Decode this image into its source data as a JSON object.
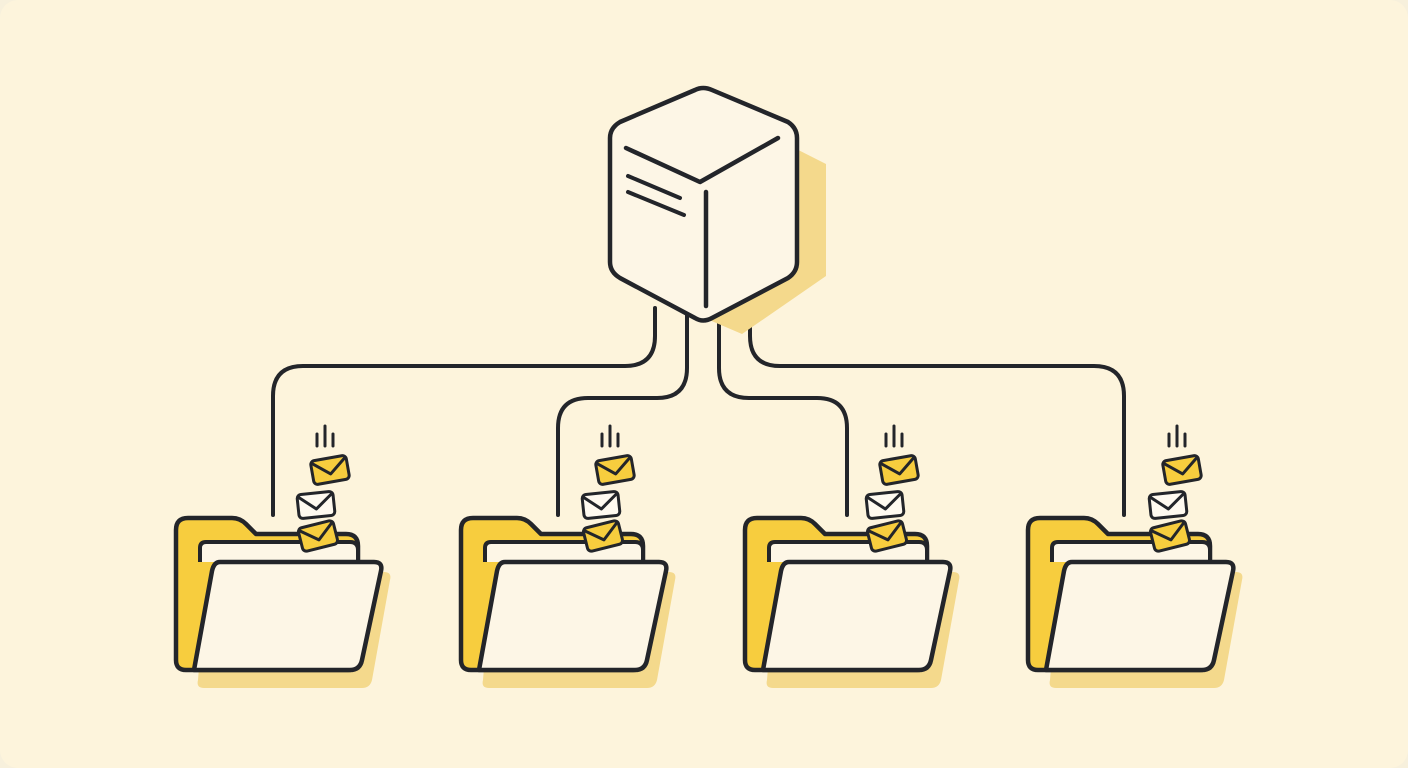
{
  "diagram": {
    "hub": {
      "icon": "server-box-icon"
    },
    "connector": {
      "icon": "branch-line-icon"
    },
    "branches": [
      {
        "folder_icon": "open-folder-icon",
        "mail_icon": "envelope-icon",
        "email_count": 3
      },
      {
        "folder_icon": "open-folder-icon",
        "mail_icon": "envelope-icon",
        "email_count": 3
      },
      {
        "folder_icon": "open-folder-icon",
        "mail_icon": "envelope-icon",
        "email_count": 3
      },
      {
        "folder_icon": "open-folder-icon",
        "mail_icon": "envelope-icon",
        "email_count": 3
      }
    ]
  },
  "colors": {
    "background": "#fdf4dc",
    "outline": "#23252a",
    "folder_yellow": "#f7cd3e",
    "folder_shadow": "#f4d98c",
    "paper": "#fdf6e6",
    "envelope_white": "#fffaf0"
  }
}
